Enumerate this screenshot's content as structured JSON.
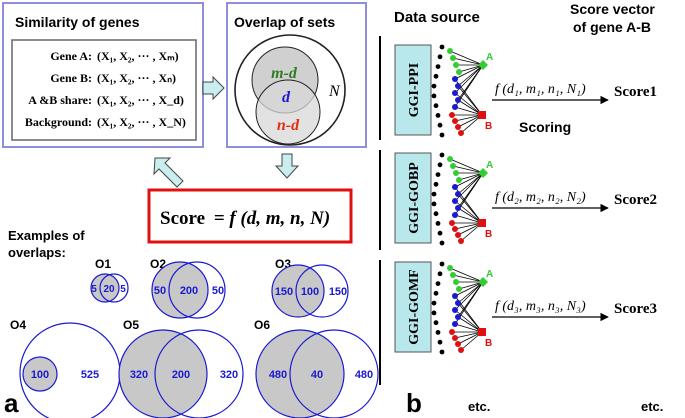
{
  "panel_a": {
    "label": "a",
    "similarity_title": "Similarity of genes",
    "similarity_rows": [
      {
        "label": "Gene A:",
        "value": "(X₁, X₂, ··· , Xₘ)"
      },
      {
        "label": "Gene B:",
        "value": "(X₁, X₂, ··· , Xₙ)"
      },
      {
        "label": "A &B share:",
        "value": "(X₁, X₂, ··· , X_d)"
      },
      {
        "label": "Background:",
        "value": "(X₁, X₂, ··· , X_N)"
      }
    ],
    "overlap_title": "Overlap of sets",
    "venn_labels": {
      "top": "m-d",
      "mid": "d",
      "bottom": "n-d",
      "outer": "N"
    },
    "score_prefix": "Score",
    "score_formula": "= f (d, m, n, N)",
    "examples_title_line1": "Examples of",
    "examples_title_line2": "overlaps:",
    "examples": [
      {
        "name": "O1",
        "left": "5",
        "mid": "20",
        "right": "5"
      },
      {
        "name": "O2",
        "left": "50",
        "mid": "200",
        "right": "50"
      },
      {
        "name": "O3",
        "left": "150",
        "mid": "100",
        "right": "150"
      },
      {
        "name": "O4",
        "left": "100",
        "right": "525"
      },
      {
        "name": "O5",
        "left": "320",
        "mid": "200",
        "right": "320"
      },
      {
        "name": "O6",
        "left": "480",
        "mid": "40",
        "right": "480"
      }
    ]
  },
  "panel_b": {
    "label": "b",
    "data_source_title": "Data source",
    "score_vector_title_line1": "Score vector",
    "score_vector_title_line2": "of gene A-B",
    "sources": [
      {
        "name": "GGI-PPI",
        "formula": "f (d₁, m₁, n₁, N₁)",
        "score": "Score1"
      },
      {
        "name": "GGI-GOBP",
        "formula": "f (d₂, m₂, n₂, N₂)",
        "score": "Score2"
      },
      {
        "name": "GGI-GOMF",
        "formula": "f (d₃, m₃, n₃, N₃)",
        "score": "Score3"
      }
    ],
    "scoring_label": "Scoring",
    "node_a": "A",
    "node_b": "B",
    "etc_left": "etc.",
    "etc_right": "etc.",
    "colors": {
      "panel_border": "#8f8fd8",
      "score_border": "#e01010",
      "source_box": "#b8e8ec",
      "node_green": "#33cc33",
      "node_blue": "#1a1ad0",
      "node_red": "#dd1111",
      "arrow_fill": "#c8eef0"
    }
  }
}
